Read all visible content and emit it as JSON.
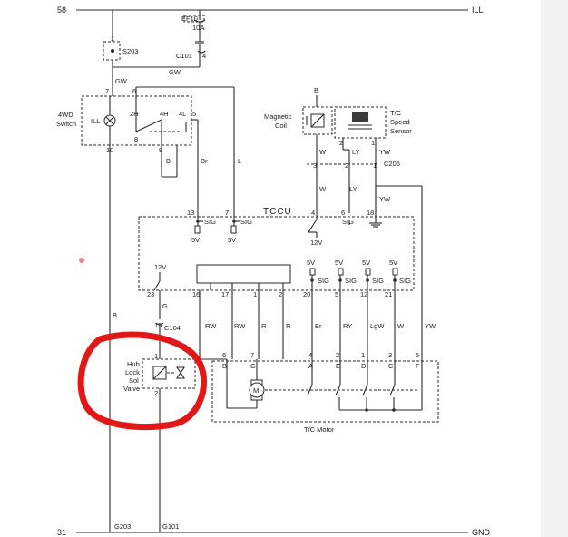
{
  "rails": {
    "top_left": "58",
    "top_right": "ILL",
    "bottom_left": "31",
    "bottom_right": "GND"
  },
  "fuse": {
    "name": "EF10",
    "rating": "10A",
    "connector": "C101",
    "pin": "4"
  },
  "s203": {
    "name": "S203",
    "pin_top": "1",
    "pin_bottom": "7"
  },
  "switch_4wd": {
    "title_line1": "4WD",
    "title_line2": "Switch",
    "lamp": "ILL",
    "pos_2h": "2H",
    "pos_4h": "4H",
    "pos_4l": "4L",
    "pin_7": "7",
    "pin_6": "6",
    "pin_5": "5",
    "pin_10": "10",
    "pin_9": "9",
    "pin_8": "8"
  },
  "wires": {
    "gw_1": "GW",
    "gw_2": "GW",
    "b_1": "B",
    "br": "Br",
    "l": "L",
    "b_main": "B",
    "w_coil": "W",
    "ly_1": "LY",
    "yw_1": "YW",
    "w_2": "W",
    "ly_2": "LY",
    "yw_2": "YW",
    "g_hub": "G",
    "rw_1": "RW",
    "rw_2": "RW",
    "r_1": "R",
    "r_2": "R",
    "br_m": "Br",
    "ry": "RY",
    "lgw": "LgW",
    "w_m": "W",
    "yw_m": "YW"
  },
  "magnetic_coil": {
    "line1": "Magnetic",
    "line2": "Coil",
    "feed": "B"
  },
  "speed_sensor": {
    "line1": "T/C",
    "line2": "Speed",
    "line3": "Sensor",
    "pin_2": "2",
    "pin_1": "1"
  },
  "c205": {
    "name": "C205",
    "pin_3": "3",
    "pin_2": "2",
    "pin_1": "1"
  },
  "tccu": {
    "title": "TCCU",
    "pin_13": "13",
    "pin_7": "7",
    "pin_4": "4",
    "pin_6": "6",
    "pin_18": "18",
    "sig": "SIG",
    "v5": "5V",
    "v12": "12V",
    "pin_23": "23",
    "pin_16": "16",
    "pin_17": "17",
    "pin_1": "1",
    "pin_2": "2",
    "pin_20": "20",
    "pin_5": "5",
    "pin_12": "12",
    "pin_21": "21"
  },
  "c104": {
    "name": "C104",
    "pin": "15"
  },
  "hub_valve": {
    "line1": "Hub",
    "line2": "Lock",
    "line3": "Sol",
    "line4": "Valve",
    "pin_1": "1",
    "pin_2": "2"
  },
  "tc_motor": {
    "title": "T/C Motor",
    "p6": "6",
    "p7": "7",
    "p4": "4",
    "p2": "2",
    "p1": "1",
    "p3": "3",
    "p5": "5",
    "lB": "B",
    "lG": "G",
    "lA": "A",
    "lE": "E",
    "lD": "D",
    "lC": "C",
    "lF": "F",
    "motor": "M"
  },
  "grounds": {
    "g203": "G203",
    "g101": "G101"
  }
}
